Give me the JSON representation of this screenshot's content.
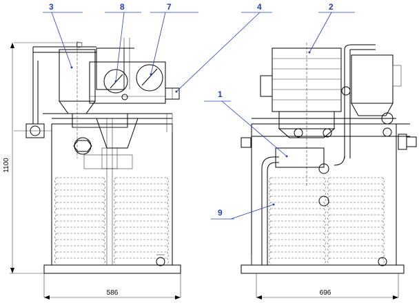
{
  "callouts": {
    "c1": "1",
    "c2": "2",
    "c3": "3",
    "c4": "4",
    "c7": "7",
    "c8": "8",
    "c9": "9"
  },
  "dimensions": {
    "height_left": "1100",
    "width_front": "586",
    "width_side": "696"
  }
}
